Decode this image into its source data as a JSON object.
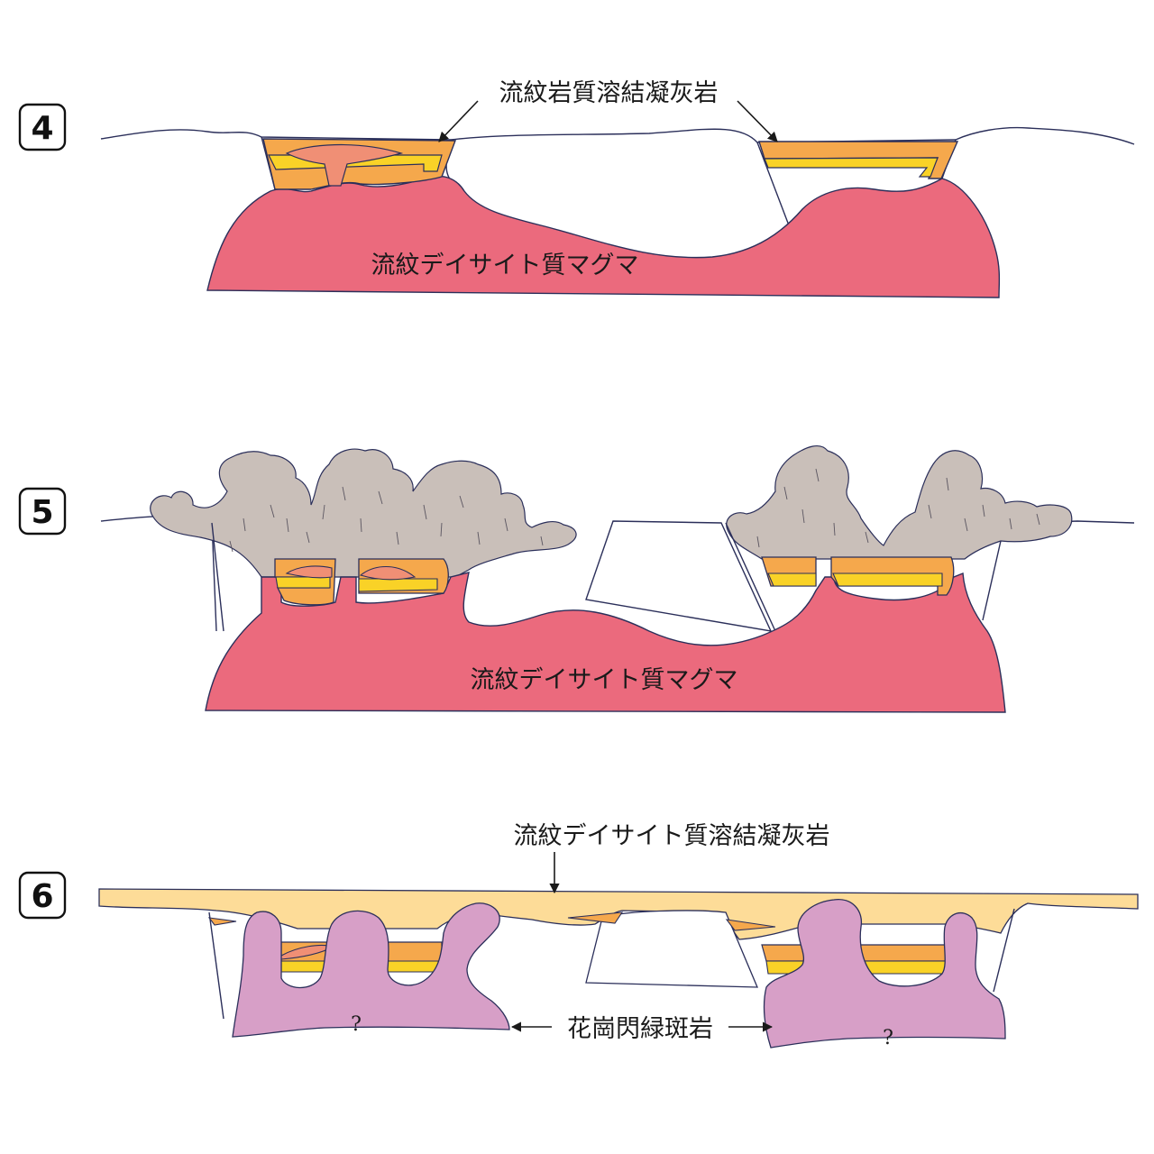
{
  "colors": {
    "magma": "#eb6a7d",
    "tuff_orange": "#f5a84c",
    "tuff_yellow": "#f9d227",
    "lens_salmon": "#f08f75",
    "ash": "#c9bfb9",
    "pale_tuff": "#fddc98",
    "granodiorite": "#d79fc7",
    "outline": "#2b2f5a"
  },
  "stages": [
    {
      "number": "4",
      "labels": {
        "top_label": "流紋岩質溶結凝灰岩",
        "magma_label": "流紋デイサイト質マグマ"
      }
    },
    {
      "number": "5",
      "labels": {
        "magma_label": "流紋デイサイト質マグマ"
      }
    },
    {
      "number": "6",
      "labels": {
        "top_label": "流紋デイサイト質溶結凝灰岩",
        "bottom_label": "花崗閃緑斑岩",
        "qmark_left": "?",
        "qmark_right": "?"
      }
    }
  ]
}
